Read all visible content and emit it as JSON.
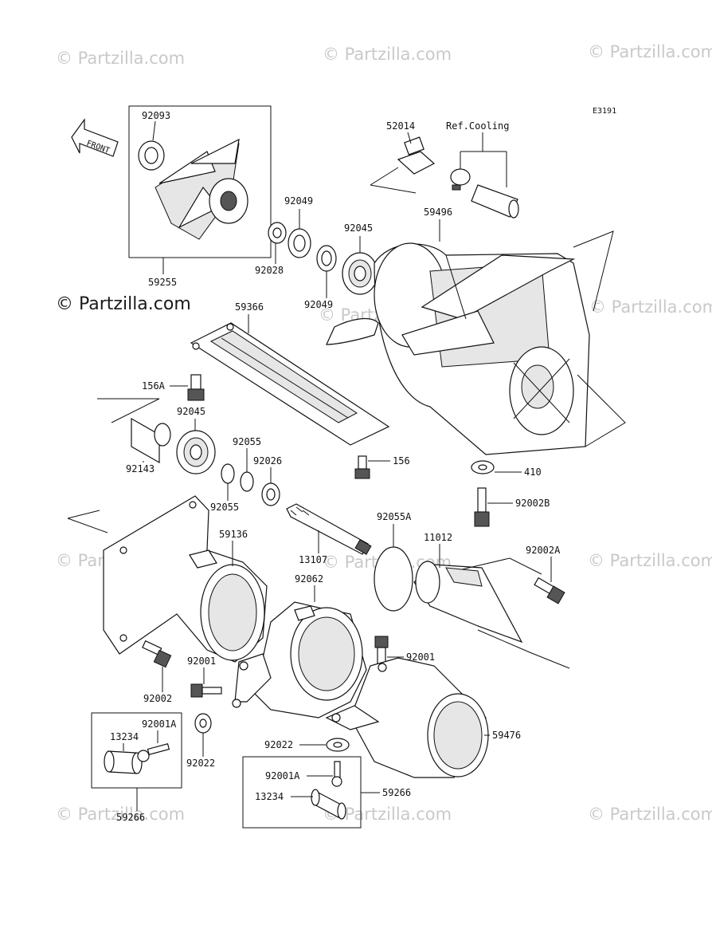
{
  "diagram_code": "E3191",
  "front_label": "FRONT",
  "ref_note": "Ref.Cooling",
  "watermark": "© Partzilla.com",
  "part_labels": {
    "p92093": "92093",
    "p59255": "59255",
    "p52014": "52014",
    "p92049a": "92049",
    "p92045a": "92045",
    "p92028": "92028",
    "p92049b": "92049",
    "p59496": "59496",
    "p59366": "59366",
    "p156A": "156A",
    "p92045b": "92045",
    "p92143": "92143",
    "p92055a": "92055",
    "p92026": "92026",
    "p92055b": "92055",
    "p156": "156",
    "p410": "410",
    "p92002B": "92002B",
    "p92055A": "92055A",
    "p59136": "59136",
    "p13107": "13107",
    "p11012": "11012",
    "p92002A": "92002A",
    "p92062": "92062",
    "p92001a": "92001",
    "p92001b": "92001",
    "p92002": "92002",
    "p92001A_a": "92001A",
    "p13234a": "13234",
    "p92022a": "92022",
    "p59266a": "59266",
    "p92022b": "92022",
    "p59476": "59476",
    "p92001A_b": "92001A",
    "p13234b": "13234",
    "p59266b": "59266"
  }
}
